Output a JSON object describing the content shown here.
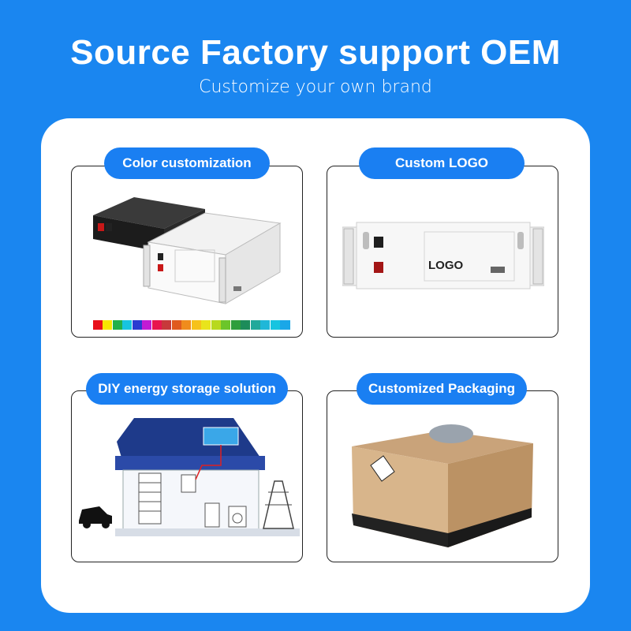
{
  "header": {
    "title": "Source Factory support OEM",
    "subtitle": "Customize your own brand"
  },
  "panels": [
    {
      "label": "Color customization"
    },
    {
      "label": "Custom LOGO"
    },
    {
      "label": "DIY energy storage solution"
    },
    {
      "label": "Customized Packaging"
    }
  ],
  "logo_panel": {
    "logo_text": "LOGO"
  },
  "colors": {
    "accent": "#1a86f0",
    "swatches": [
      "#e8101a",
      "#f7e600",
      "#23b04a",
      "#17c4e0",
      "#2a3bd1",
      "#c21bd4",
      "#e8154f",
      "#c7393b",
      "#e05a1f",
      "#f08c1c",
      "#f6c21a",
      "#e9e41c",
      "#b8d91f",
      "#6cc52a",
      "#2e9e3c",
      "#1d8c5a",
      "#21a99a",
      "#1fb7d8"
    ]
  }
}
